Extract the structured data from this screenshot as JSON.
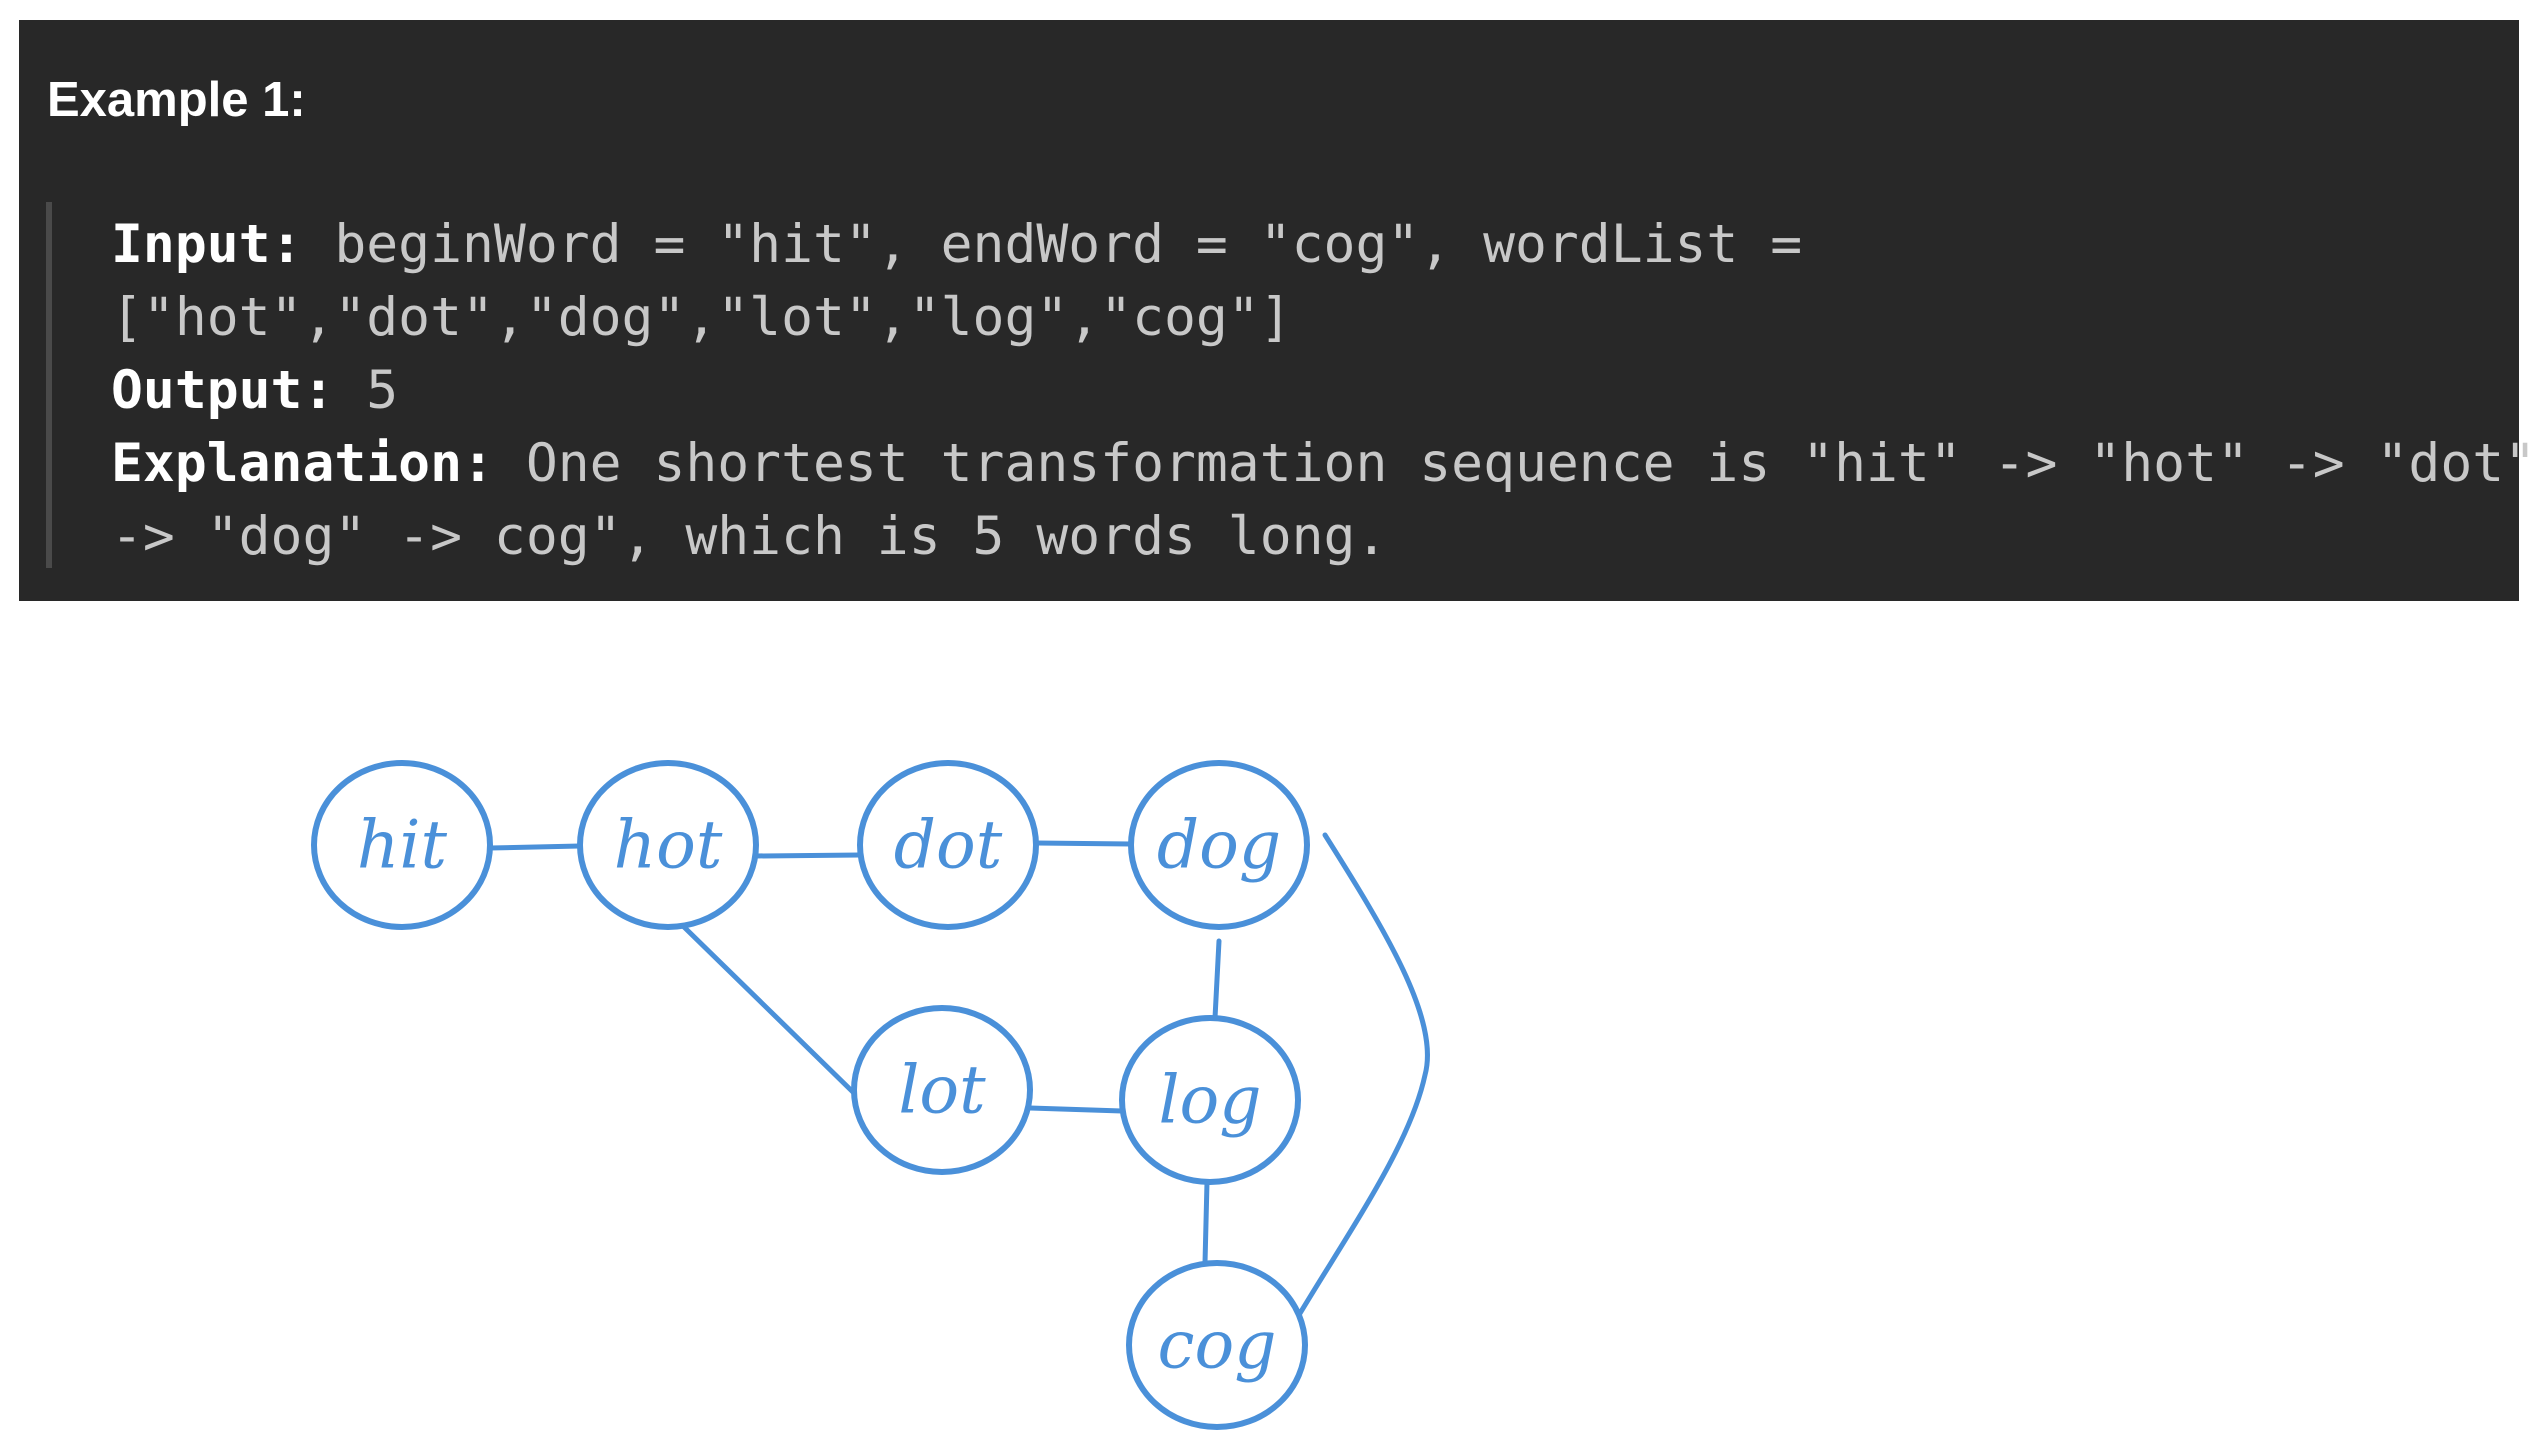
{
  "example": {
    "title": "Example 1:",
    "input_key": "Input:",
    "input_value": " beginWord = \"hit\", endWord = \"cog\", wordList =",
    "input_value_cont": "[\"hot\",\"dot\",\"dog\",\"lot\",\"log\",\"cog\"]",
    "output_key": "Output:",
    "output_value": " 5",
    "explanation_key": "Explanation:",
    "explanation_value": " One shortest transformation sequence is \"hit\" -> \"hot\" -> \"dot\"",
    "explanation_value_cont": "-> \"dog\" -> cog\", which is 5 words long."
  },
  "graph": {
    "node_color": "#4a90d9",
    "nodes": [
      {
        "id": "hit",
        "label": "hit"
      },
      {
        "id": "hot",
        "label": "hot"
      },
      {
        "id": "dot",
        "label": "dot"
      },
      {
        "id": "dog",
        "label": "dog"
      },
      {
        "id": "lot",
        "label": "lot"
      },
      {
        "id": "log",
        "label": "log"
      },
      {
        "id": "cog",
        "label": "cog"
      }
    ],
    "edges": [
      {
        "from": "hit",
        "to": "hot"
      },
      {
        "from": "hot",
        "to": "dot"
      },
      {
        "from": "dot",
        "to": "dog"
      },
      {
        "from": "hot",
        "to": "lot"
      },
      {
        "from": "lot",
        "to": "log"
      },
      {
        "from": "dog",
        "to": "log"
      },
      {
        "from": "log",
        "to": "cog"
      },
      {
        "from": "dog",
        "to": "cog"
      }
    ]
  }
}
